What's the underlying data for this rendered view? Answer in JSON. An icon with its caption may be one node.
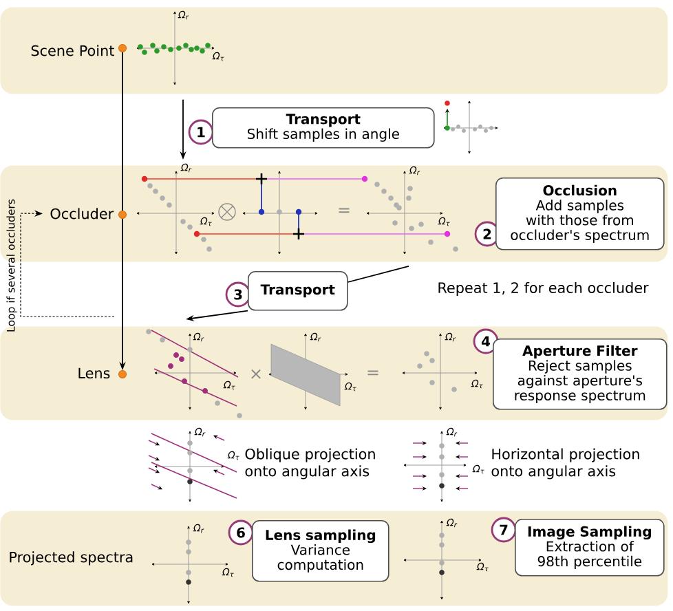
{
  "diagram": {
    "nodes": [
      {
        "text": [
          "Scene Point"
        ]
      },
      {
        "text": [],
        "shape": "circle",
        "in": 0
      },
      {
        "text": [
          "Transport",
          "Shift samples in angle"
        ],
        "beside": [
          "1"
        ]
      },
      {
        "text": [
          "Occluder"
        ]
      },
      {
        "text": [],
        "shape": "circle",
        "in": 3
      },
      {
        "text": [
          "Occlusion",
          "Add samples with those from occluder's spectrum"
        ],
        "beside": [
          "2"
        ],
        "in": 3
      },
      {
        "text": [
          "Transport"
        ],
        "beside": [
          "3"
        ]
      },
      {
        "text": [
          "Lens"
        ]
      },
      {
        "text": [],
        "shape": "circle",
        "in": 7
      },
      {
        "text": [
          "Aperture Filter",
          "Reject samples against aperture's response spectrum"
        ],
        "beside": [
          "4"
        ],
        "in": 7
      },
      {
        "text": [
          "Projected spectra"
        ]
      },
      {
        "text": [
          "Lens sampling",
          "Variance computation"
        ],
        "beside": [
          "6"
        ],
        "in": 10
      },
      {
        "text": [
          "Image Sampling",
          "Extraction of 98th percentile"
        ],
        "beside": [
          "7"
        ],
        "in": 10
      }
    ],
    "edges": [
      {
        "from": 1,
        "to": 4,
        "arrow": "none"
      },
      {
        "from": 4,
        "to": 8,
        "arrow": "to"
      },
      {
        "from": 0,
        "to": 3,
        "arrow": "to"
      },
      {
        "from": 3,
        "to": 6,
        "arrow": "none"
      },
      {
        "from": 6,
        "to": 7,
        "arrow": "to"
      },
      {
        "from": 7,
        "to": 3,
        "arrow": "to",
        "style": "dashed",
        "label": "Loop if several occluders"
      }
    ],
    "labels": [
      "Ω$_{r}$",
      "Ω$_{τ}$",
      "Ω$_{r}$",
      "Ω$_{τ}$",
      "=",
      "Ω$_{r}$",
      "Ω$_{τ}$",
      "Repeat 1, 2 for each occluder",
      "Ω$_{r}$",
      "Ω$_{τ}$",
      "×",
      "Ω$_{r}$",
      "Ω$_{τ}$",
      "=",
      "Ω$_{r}$",
      "Ω$_{τ}$",
      "Ω$_{r}$",
      "Ω$_{τ}$",
      "Oblique projection onto angular axis",
      "Ω$_{r}$",
      "Ω$_{τ}$",
      "Horizontal projection onto angular axis",
      "Ω$_{r}$",
      "Ω$_{τ}$",
      "Ω$_{r}$",
      "Ω$_{τ}$"
    ]
  }
}
